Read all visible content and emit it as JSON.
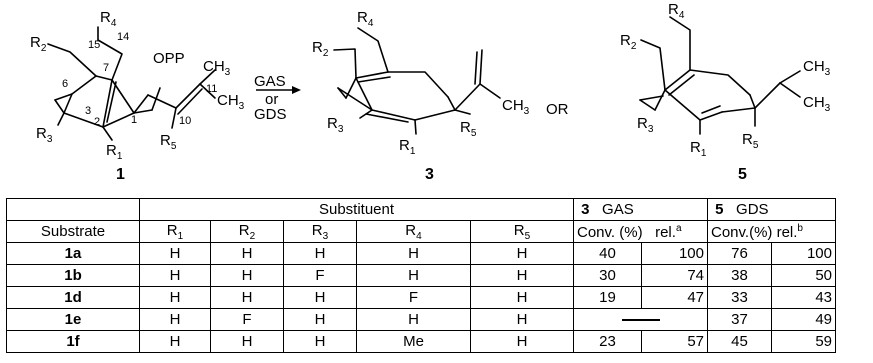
{
  "scheme": {
    "substrate": {
      "opp": "OPP",
      "ch3": "CH",
      "ch3_sub": "3",
      "r_labels": [
        "R",
        "R",
        "R",
        "R",
        "R"
      ],
      "r_subs": [
        "1",
        "2",
        "3",
        "4",
        "5"
      ],
      "atom_numbers": [
        "15",
        "14",
        "6",
        "7",
        "3",
        "2",
        "1",
        "10",
        "11"
      ],
      "compound_no": "1"
    },
    "arrow": {
      "line1": "GAS",
      "line2": "or",
      "line3": "GDS"
    },
    "product3": {
      "ch3": "CH",
      "ch3_sub": "3",
      "compound_no": "3"
    },
    "or_label": "OR",
    "product5": {
      "ch3": "CH",
      "ch3_sub": "3",
      "compound_no": "5"
    }
  },
  "table": {
    "group_header": "Substituent",
    "gas_no": "3",
    "gas_label": "GAS",
    "gds_no": "5",
    "gds_label": "GDS",
    "substrate_label": "Substrate",
    "r_headers": [
      {
        "r": "R",
        "sub": "1"
      },
      {
        "r": "R",
        "sub": "2"
      },
      {
        "r": "R",
        "sub": "3"
      },
      {
        "r": "R",
        "sub": "4"
      },
      {
        "r": "R",
        "sub": "5"
      }
    ],
    "conv_label": "Conv. (%)",
    "rel_label": "rel.",
    "rel_sup_a": "a",
    "conv_label2": "Conv.(%)",
    "rel_label2": "rel.",
    "rel_sup_b": "b",
    "rows": [
      {
        "substrate": "1a",
        "r1": "H",
        "r2": "H",
        "r3": "H",
        "r4": "H",
        "r5": "H",
        "gas_conv": "40",
        "gas_rel": "100",
        "gds_conv": "76",
        "gds_rel": "100"
      },
      {
        "substrate": "1b",
        "r1": "H",
        "r2": "H",
        "r3": "F",
        "r4": "H",
        "r5": "H",
        "gas_conv": "30",
        "gas_rel": "74",
        "gds_conv": "38",
        "gds_rel": "50"
      },
      {
        "substrate": "1d",
        "r1": "H",
        "r2": "H",
        "r3": "H",
        "r4": "F",
        "r5": "H",
        "gas_conv": "19",
        "gas_rel": "47",
        "gds_conv": "33",
        "gds_rel": "43"
      },
      {
        "substrate": "1e",
        "r1": "H",
        "r2": "F",
        "r3": "H",
        "r4": "H",
        "r5": "H",
        "gas_conv": "",
        "gas_rel": "",
        "gds_conv": "37",
        "gds_rel": "49"
      },
      {
        "substrate": "1f",
        "r1": "H",
        "r2": "H",
        "r3": "H",
        "r4": "Me",
        "r5": "H",
        "gas_conv": "23",
        "gas_rel": "57",
        "gds_conv": "45",
        "gds_rel": "59"
      }
    ]
  }
}
